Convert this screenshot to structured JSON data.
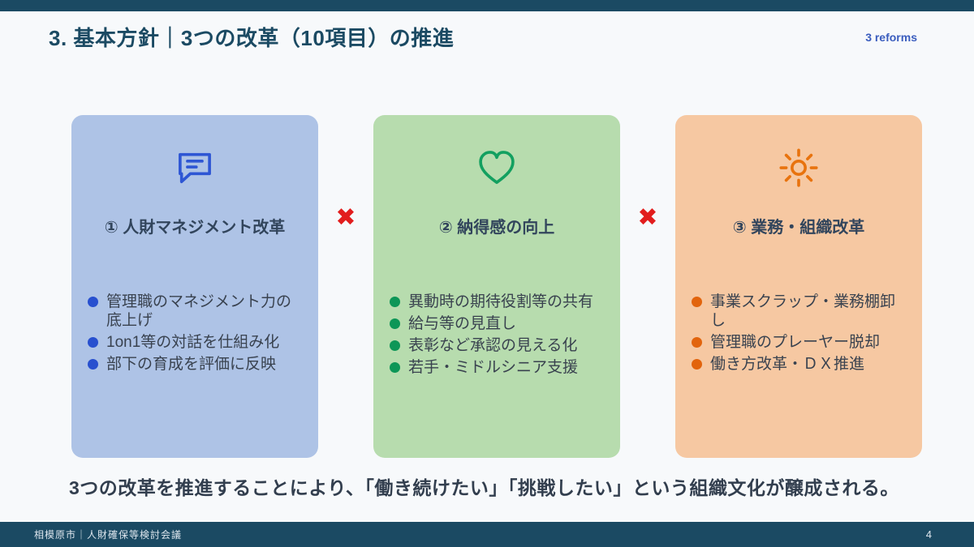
{
  "header": {
    "title": "3. 基本方針｜3つの改革（10項目）の推進",
    "badge": "3 reforms"
  },
  "operator": "✖",
  "cards": [
    {
      "icon": "chat-bubble-icon",
      "heading": "① 人財マネジメント改革",
      "bullets": [
        "管理職のマネジメント力の底上げ",
        "1on1等の対話を仕組み化",
        "部下の育成を評価に反映"
      ],
      "bg_color": "#aec3e6",
      "accent_color": "#2e56d4"
    },
    {
      "icon": "heart-icon",
      "heading": "② 納得感の向上",
      "bullets": [
        "異動時の期待役割等の共有",
        "給与等の見直し",
        "表彰など承認の見える化",
        "若手・ミドルシニア支援"
      ],
      "bg_color": "#b7dcae",
      "accent_color": "#13a060"
    },
    {
      "icon": "sun-icon",
      "heading": "③ 業務・組織改革",
      "bullets": [
        "事業スクラップ・業務棚卸し",
        "管理職のプレーヤー脱却",
        "働き方改革・ＤＸ推進"
      ],
      "bg_color": "#f6c8a2",
      "accent_color": "#e8730e"
    }
  ],
  "summary": "3つの改革を推進することにより、「働き続けたい」「挑戦したい」という組織文化が醸成される。",
  "footer": {
    "left": "相模原市｜人財確保等検討会議",
    "page": "4"
  },
  "colors": {
    "navy_bar": "#1b4a63",
    "title_text": "#1b4a63",
    "badge_blue": "#3a5dbe",
    "cross_red": "#e21d1d",
    "summary_text": "#323e4e",
    "background": "#f7f9fb"
  }
}
